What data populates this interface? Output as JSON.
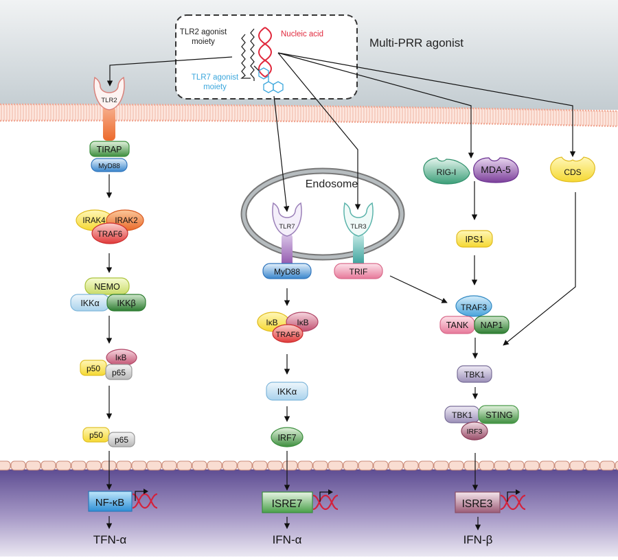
{
  "title": "Multi-PRR agonist",
  "agonist": {
    "tlr2_moiety": [
      "TLR2 agonist",
      "moiety"
    ],
    "tlr7_moiety": [
      "TLR7 agonist",
      "moiety"
    ],
    "nucleic_acid": "Nucleic acid"
  },
  "compartments": {
    "endosome": "Endosome"
  },
  "pathway_left": {
    "receptor": "TLR2",
    "adaptors": [
      "TIRAP",
      "MyD88"
    ],
    "complex1": [
      "IRAK4",
      "IRAK2",
      "TRAF6"
    ],
    "complex2": [
      "NEMO",
      "IKKα",
      "IKKβ"
    ],
    "complex3": [
      "IκB",
      "p50",
      "p65"
    ],
    "dimer": [
      "p50",
      "p65"
    ],
    "tf": "NF-κB",
    "output": "TFN-α"
  },
  "pathway_middle": {
    "receptor_tlr7": "TLR7",
    "receptor_tlr3": "TLR3",
    "adaptor": "MyD88",
    "trif": "TRIF",
    "complex1": [
      "IκB",
      "IκB",
      "TRAF6"
    ],
    "ikk": "IKKα",
    "irf": "IRF7",
    "tf": "ISRE7",
    "output": "IFN-α"
  },
  "pathway_right": {
    "sensors": [
      "RIG-I",
      "MDA-5"
    ],
    "cds": "CDS",
    "ips1": "IPS1",
    "complex1": [
      "TRAF3",
      "TANK",
      "NAP1"
    ],
    "tbk1": "TBK1",
    "complex2": [
      "TBK1",
      "STING",
      "IRF3"
    ],
    "tf": "ISRE3",
    "output": "IFN-β"
  },
  "colors": {
    "nucleic_acid": "#e0283c",
    "tlr7_moiety": "#3aa6dc",
    "dna": "#d4213c",
    "nucleus": "#6a5a9e"
  }
}
